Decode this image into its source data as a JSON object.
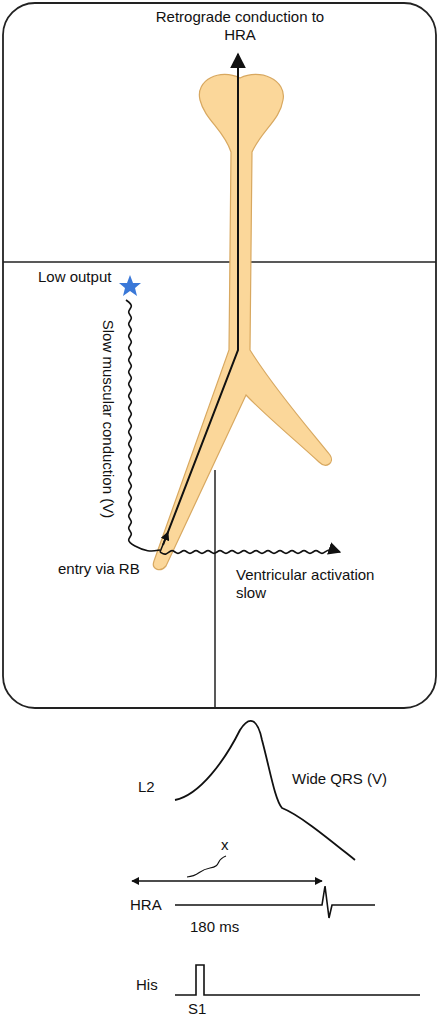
{
  "diagram": {
    "labels": [
      "Retrograde conduction to HRA",
      "Low output",
      "Slow muscular conduction (V)",
      "entry via RB",
      "Ventricular activation slow",
      "L2",
      "Wide QRS (V)",
      "x",
      "HRA",
      "180 ms",
      "His",
      "S1"
    ]
  }
}
